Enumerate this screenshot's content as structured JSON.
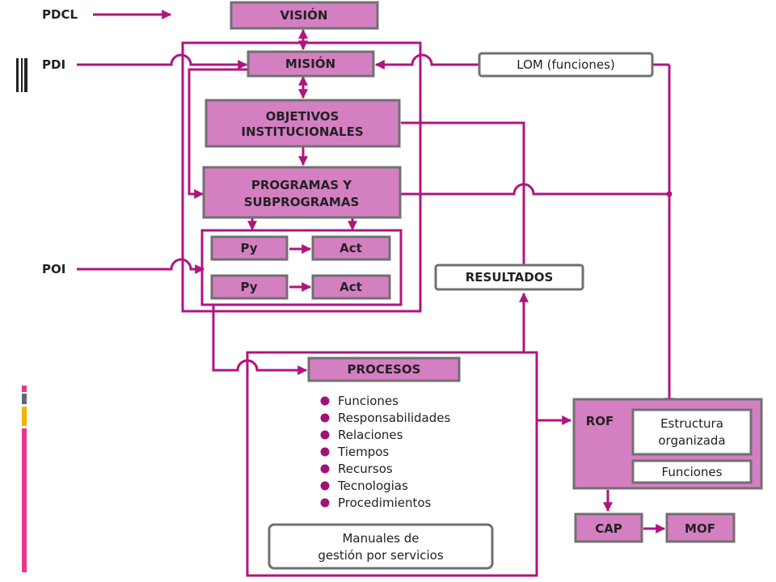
{
  "colors": {
    "box_fill": "#d57fc3",
    "box_border": "#707070",
    "connector": "#b0157f",
    "bullet": "#a01278",
    "accent_bar_pink": "#e8368f",
    "accent_bar_slate": "#5a6878",
    "accent_bar_gold": "#f4b400"
  },
  "left_labels": {
    "pdcl": "PDCL",
    "pdi": "PDI",
    "poi": "POI"
  },
  "boxes": {
    "vision": "VISIÓN",
    "mision": "MISIÓN",
    "objetivos_line1": "OBJETIVOS",
    "objetivos_line2": "INSTITUCIONALES",
    "programas_line1": "PROGRAMAS Y",
    "programas_line2": "SUBPROGRAMAS",
    "py1": "Py",
    "act1": "Act",
    "py2": "Py",
    "act2": "Act",
    "lom": "LOM (funciones)",
    "resultados": "RESULTADOS",
    "procesos": "PROCESOS",
    "rof": "ROF",
    "estructura_line1": "Estructura",
    "estructura_line2": "organizada",
    "funciones_rof": "Funciones",
    "cap": "CAP",
    "mof": "MOF",
    "manuales_line1": "Manuales de",
    "manuales_line2": "gestión por servicios"
  },
  "process_items": [
    "Funciones",
    "Responsabilidades",
    "Relaciones",
    "Tiempos",
    "Recursos",
    "Tecnologias",
    "Procedimientos"
  ]
}
